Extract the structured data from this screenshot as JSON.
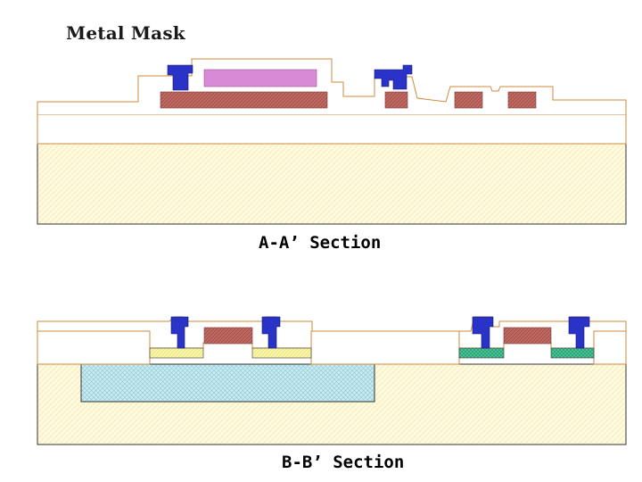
{
  "title": "Metal Mask",
  "sections": {
    "a": {
      "caption": "A-A’ Section"
    },
    "b": {
      "caption": "B-B’ Section"
    }
  },
  "colors": {
    "substrate": "#fffbe6",
    "outline": "#d08a3c",
    "metal": "#2a33c8",
    "poly": "#c06a63",
    "photoresist": "#d98ad6",
    "well": "#bfe6ee",
    "n_plus": "#f7f29a",
    "p_plus": "#3cbf8f"
  }
}
